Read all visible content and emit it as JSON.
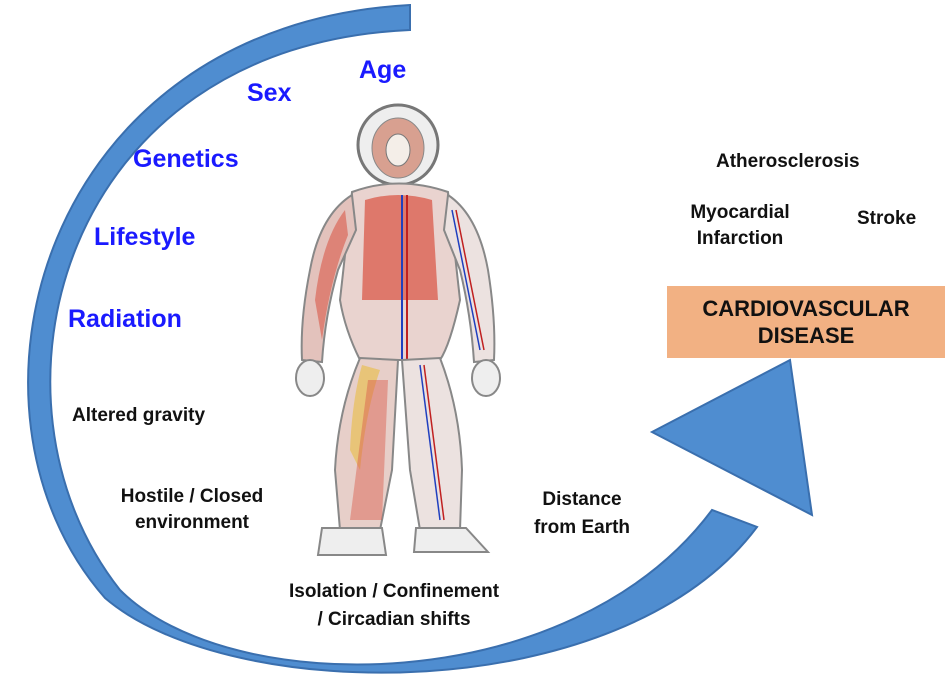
{
  "colors": {
    "arrow": "#4f8dd0",
    "arrow_stroke": "#3a6fae",
    "risk_factor_text": "#1a1aff",
    "stressor_text": "#111111",
    "outcome_box": "#f2b183"
  },
  "illustration": "astronaut-anatomy-figure",
  "risk_factors": {
    "age": "Age",
    "sex": "Sex",
    "genetics": "Genetics",
    "lifestyle": "Lifestyle",
    "radiation": "Radiation"
  },
  "stressors": {
    "altered_gravity": "Altered gravity",
    "hostile_line1": "Hostile / Closed",
    "hostile_line2": "environment",
    "isolation_line1": "Isolation / Confinement",
    "isolation_line2": "/ Circadian shifts",
    "distance_line1": "Distance",
    "distance_line2": "from Earth"
  },
  "outcomes": {
    "atherosclerosis": "Atherosclerosis",
    "mi_line1": "Myocardial",
    "mi_line2": "Infarction",
    "stroke": "Stroke",
    "cvd_line1": "CARDIOVASCULAR",
    "cvd_line2": "DISEASE"
  }
}
